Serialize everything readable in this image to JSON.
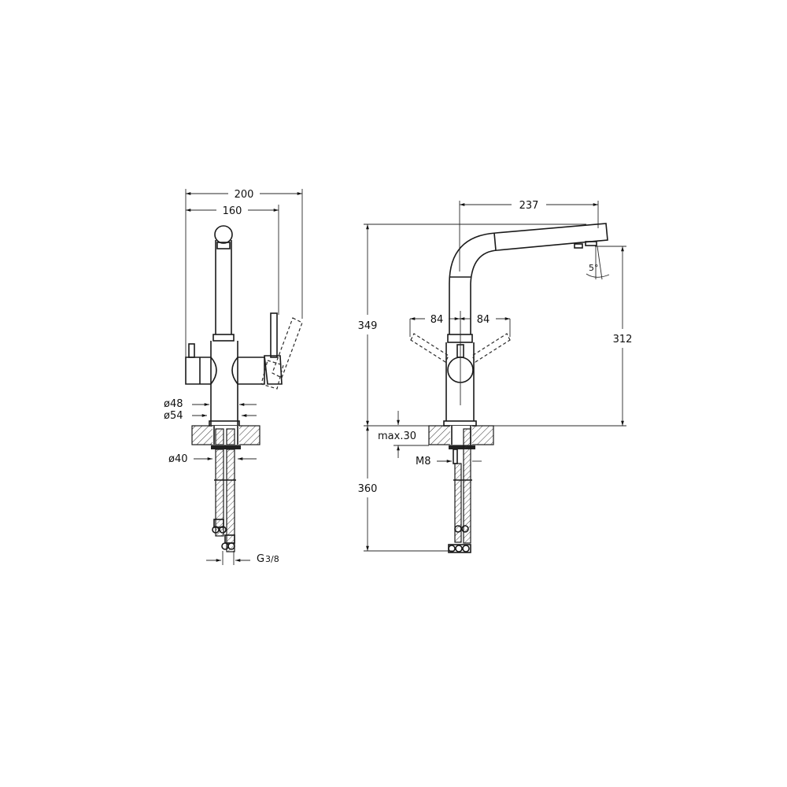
{
  "drawing": {
    "title": "Kitchen faucet technical dimension drawing",
    "background": "#ffffff",
    "line_color": "#1a1a1a"
  },
  "front_view": {
    "dims": {
      "overall_width": "200",
      "lever_width": "160",
      "body_diameter_inner": "ø48",
      "body_diameter_outer": "ø54",
      "shank_diameter": "ø40",
      "connection_thread": "G",
      "connection_fraction": "3/8"
    }
  },
  "side_view": {
    "dims": {
      "spout_reach": "237",
      "total_height": "349",
      "spout_outlet_height": "312",
      "lever_swing_left": "84",
      "lever_swing_right": "84",
      "spout_angle": "5°",
      "max_deck_thickness": "max.30",
      "stud_thread": "M8",
      "hose_length": "360"
    }
  }
}
